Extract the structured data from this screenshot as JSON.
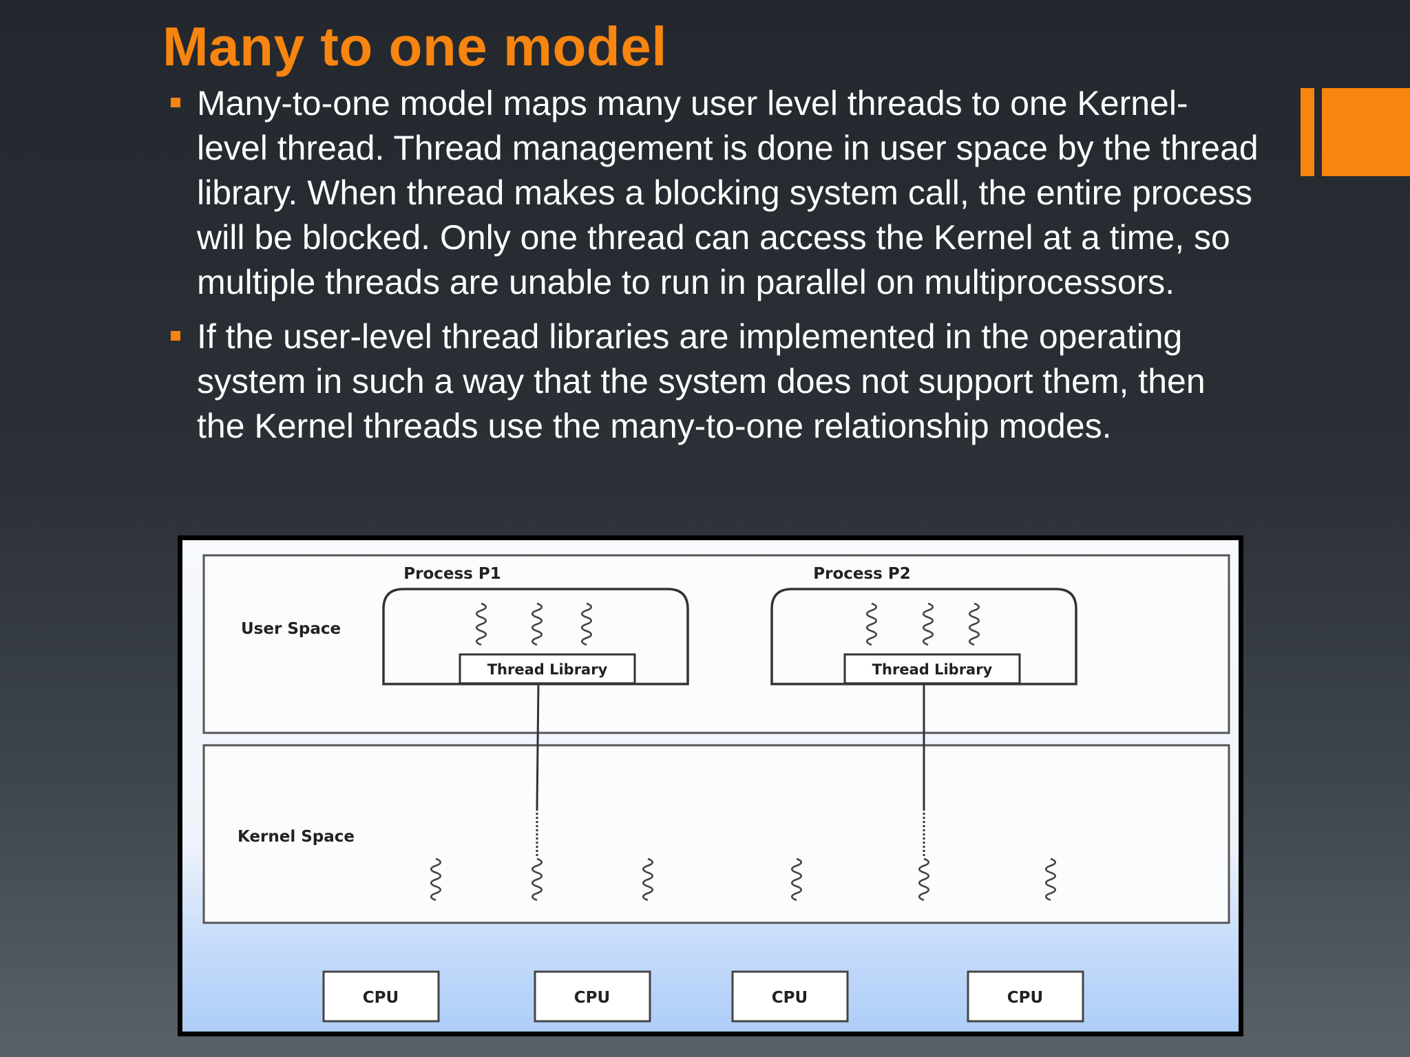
{
  "slide": {
    "title": "Many to one model",
    "bullets": [
      {
        "text": "Many-to-one model maps many user level threads to one Kernel-level thread. Thread management is done in user space by the thread library. When thread makes a blocking system call, the entire process will be blocked. Only one thread can access the Kernel at a time, so multiple threads are unable to run in parallel on multiprocessors."
      },
      {
        "text": "If the user-level thread libraries are implemented in the operating system in such a way that the system does not support them, then the Kernel threads use the many-to-one relationship modes."
      }
    ],
    "colors": {
      "accent": "#f7850f",
      "text": "#ffffff",
      "background": "#2b3036"
    }
  },
  "diagram": {
    "user_space_label": "User Space",
    "kernel_space_label": "Kernel Space",
    "processes": [
      {
        "label": "Process P1",
        "library_label": "Thread Library",
        "thread_count": 3
      },
      {
        "label": "Process P2",
        "library_label": "Thread Library",
        "thread_count": 3
      }
    ],
    "kernel_thread_count": 6,
    "cpus": [
      "CPU",
      "CPU",
      "CPU",
      "CPU"
    ]
  }
}
